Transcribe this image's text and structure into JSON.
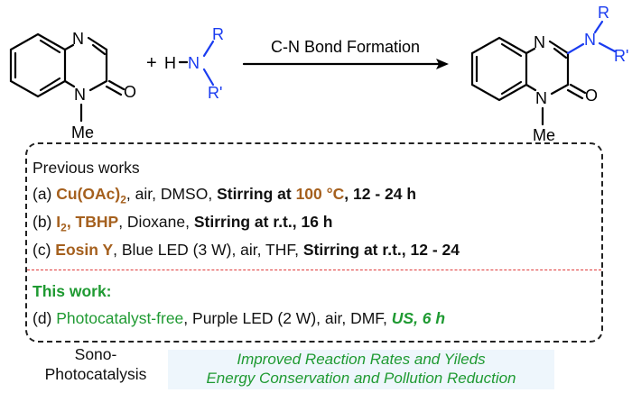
{
  "scheme": {
    "reactant": {
      "methyl_label": "Me",
      "n_label": "N",
      "o_label": "O",
      "n2_label": "N"
    },
    "reagent": {
      "plus": "+",
      "h": "H",
      "n": "N",
      "r": "R",
      "r_prime": "R'"
    },
    "arrow_label": "C-N Bond Formation",
    "product": {
      "methyl_label": "Me",
      "o_label": "O",
      "n_label": "N",
      "n2_label": "N",
      "amine_n": "N",
      "r": "R",
      "r_prime": "R'"
    }
  },
  "previous": {
    "heading": "Previous works",
    "a": {
      "tag": "(a) ",
      "catalyst": "Cu(OAc)",
      "catalyst_sub": "2",
      "cond": ", air, DMSO, ",
      "stir": "Stirring at ",
      "temp": "100 °C",
      "time": ", 12 - 24 h"
    },
    "b": {
      "tag": "(b) ",
      "i": "I",
      "i_sub": "2",
      "tbhp": ", TBHP",
      "cond": ", Dioxane, ",
      "stir": "Stirring at r.t., 16 h"
    },
    "c": {
      "tag": "(c) ",
      "catalyst": "Eosin Y",
      "cond": ", Blue LED (3 W), air, THF, ",
      "stir": "Stirring at r.t., 12 - 24"
    }
  },
  "this_work": {
    "heading": "This work:",
    "d": {
      "tag": "(d) ",
      "catalyst": "Photocatalyst-free",
      "cond": ", Purple LED (2 W), air, DMF, ",
      "us": "US, 6 h"
    }
  },
  "footer": {
    "sono": "Sono-",
    "photo": "Photocatalysis",
    "benefit1": "Improved Reaction Rates and Yileds",
    "benefit2": "Energy Conservation and Pollution Reduction"
  },
  "colors": {
    "brown": "#a5601e",
    "green": "#1f9a32",
    "blue": "#1a3cf0",
    "red": "#e03a3a",
    "banner": "#eef6fc"
  }
}
